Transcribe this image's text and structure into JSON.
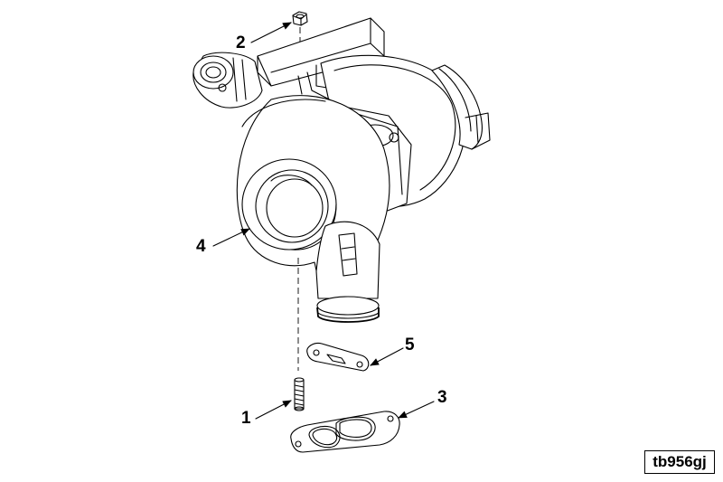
{
  "figure": {
    "reference_code": "tb956gj"
  },
  "callouts": [
    {
      "number": "1",
      "part": "stud"
    },
    {
      "number": "2",
      "part": "nut"
    },
    {
      "number": "3",
      "part": "gasket"
    },
    {
      "number": "4",
      "part": "turbocharger"
    },
    {
      "number": "5",
      "part": "gasket"
    }
  ],
  "colors": {
    "line": "#000000",
    "background": "#ffffff"
  }
}
